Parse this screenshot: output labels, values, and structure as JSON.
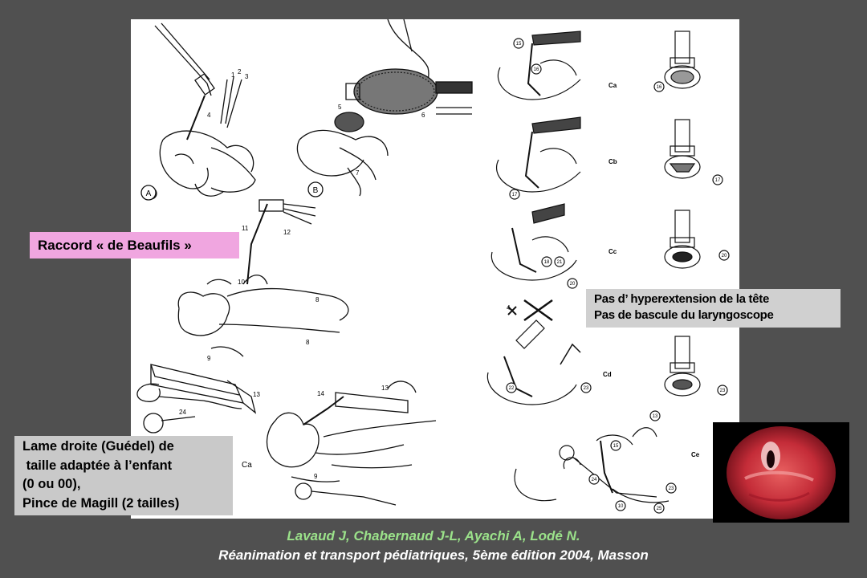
{
  "raccord_label": "Raccord « de Beaufils »",
  "lame_lines": [
    "Lame droite (Guédel) de",
    " taille adaptée à l’enfant",
    "(0 ou 00),",
    "Pince de Magill (2 tailles)"
  ],
  "pas_lines": [
    "Pas d’ hyperextension de la tête",
    "Pas de bascule du laryngoscope"
  ],
  "credit": {
    "authors": "Lavaud J, Chabernaud J-L, Ayachi A, Lodé N.",
    "source": "Réanimation et transport pédiatriques, 5ème édition 2004, Masson"
  },
  "figure_labels": {
    "panel_a": "A",
    "panel_b": "B",
    "ca_left": "Ca",
    "ca": "Ca",
    "cb": "Cb",
    "cc": "Cc",
    "cd": "Cd",
    "ce": "Ce",
    "nums": [
      "1",
      "2",
      "3",
      "4",
      "5",
      "6",
      "7",
      "8",
      "8",
      "9",
      "9",
      "10",
      "11",
      "12",
      "13",
      "13",
      "14",
      "24"
    ],
    "circled": [
      "15",
      "16",
      "16",
      "17",
      "17",
      "18",
      "21",
      "20",
      "20",
      "22",
      "23",
      "23",
      "13",
      "15",
      "24",
      "10",
      "25",
      "23",
      "4"
    ]
  },
  "colors": {
    "background": "#505050",
    "raccord_box": "#f0a6e0",
    "lame_box": "#c9c9c9",
    "pas_box": "#d0d0d0",
    "credit_authors": "#9be28a",
    "credit_source": "#ffffff"
  }
}
